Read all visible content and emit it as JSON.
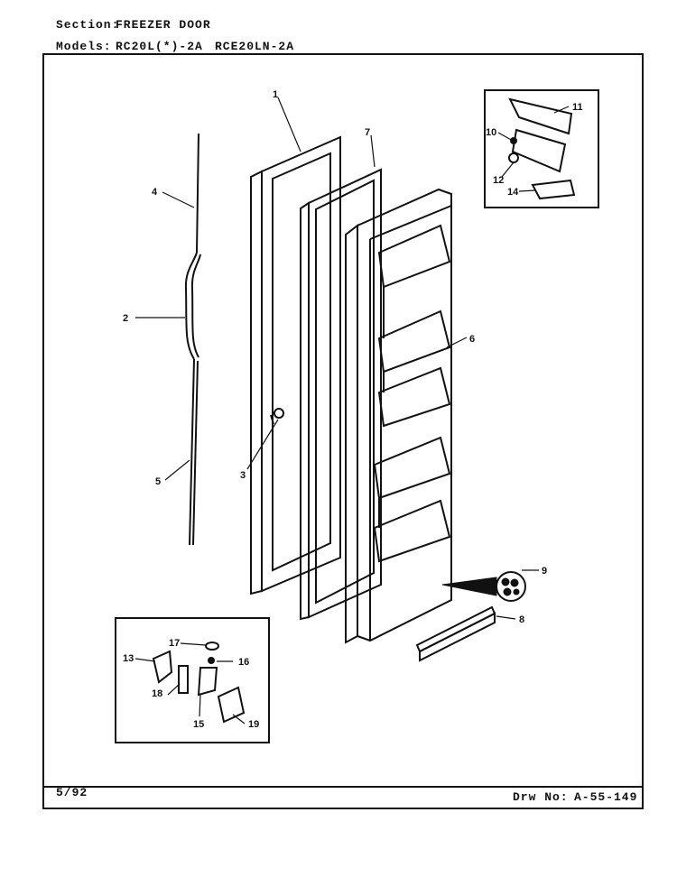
{
  "header": {
    "section_label": "Section:",
    "section_value": "FREEZER DOOR",
    "models_label": "Models:",
    "model_1": "RC20L(*)-2A",
    "model_2": "RCE20LN-2A"
  },
  "footer": {
    "date": "5/92",
    "drawing_label": "Drw No:",
    "drawing_number": "A-55-149"
  },
  "callouts": {
    "c1": "1",
    "c2": "2",
    "c3": "3",
    "c4": "4",
    "c5": "5",
    "c6": "6",
    "c7": "7",
    "c8": "8",
    "c9": "9",
    "c10": "10",
    "c11": "11",
    "c12": "12",
    "c13": "13",
    "c14": "14",
    "c15": "15",
    "c16": "16",
    "c17": "17",
    "c18": "18",
    "c19": "19"
  }
}
